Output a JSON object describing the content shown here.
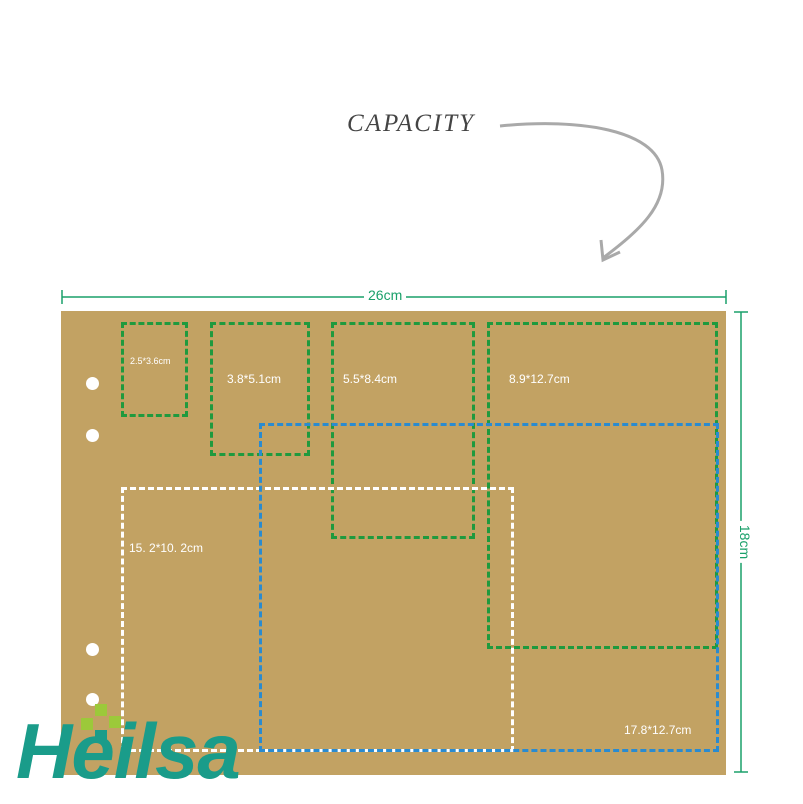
{
  "heading": "CAPACITY",
  "dimensions": {
    "width": "26cm",
    "height": "18cm"
  },
  "sizes": [
    {
      "label": "2.5*3.6cm",
      "color": "green"
    },
    {
      "label": "3.8*5.1cm",
      "color": "green"
    },
    {
      "label": "5.5*8.4cm",
      "color": "green"
    },
    {
      "label": "8.9*12.7cm",
      "color": "green"
    },
    {
      "label": "15. 2*10. 2cm",
      "color": "white"
    },
    {
      "label": "17.8*12.7cm",
      "color": "blue"
    }
  ],
  "brand": {
    "name": "Heilsa"
  },
  "colors": {
    "kraft": "#c2a263",
    "green_dash": "#1f9a3e",
    "blue_dash": "#2a8bd0",
    "white_dash": "#ffffff",
    "dimension_line": "#1aa06a",
    "brand": "#1a9c8a",
    "brand_accent": "#9cc93a",
    "arrow": "#a9a9a9"
  },
  "icons": {
    "arrow": "curved-arrow-icon",
    "holes": "binder-hole-icon"
  }
}
